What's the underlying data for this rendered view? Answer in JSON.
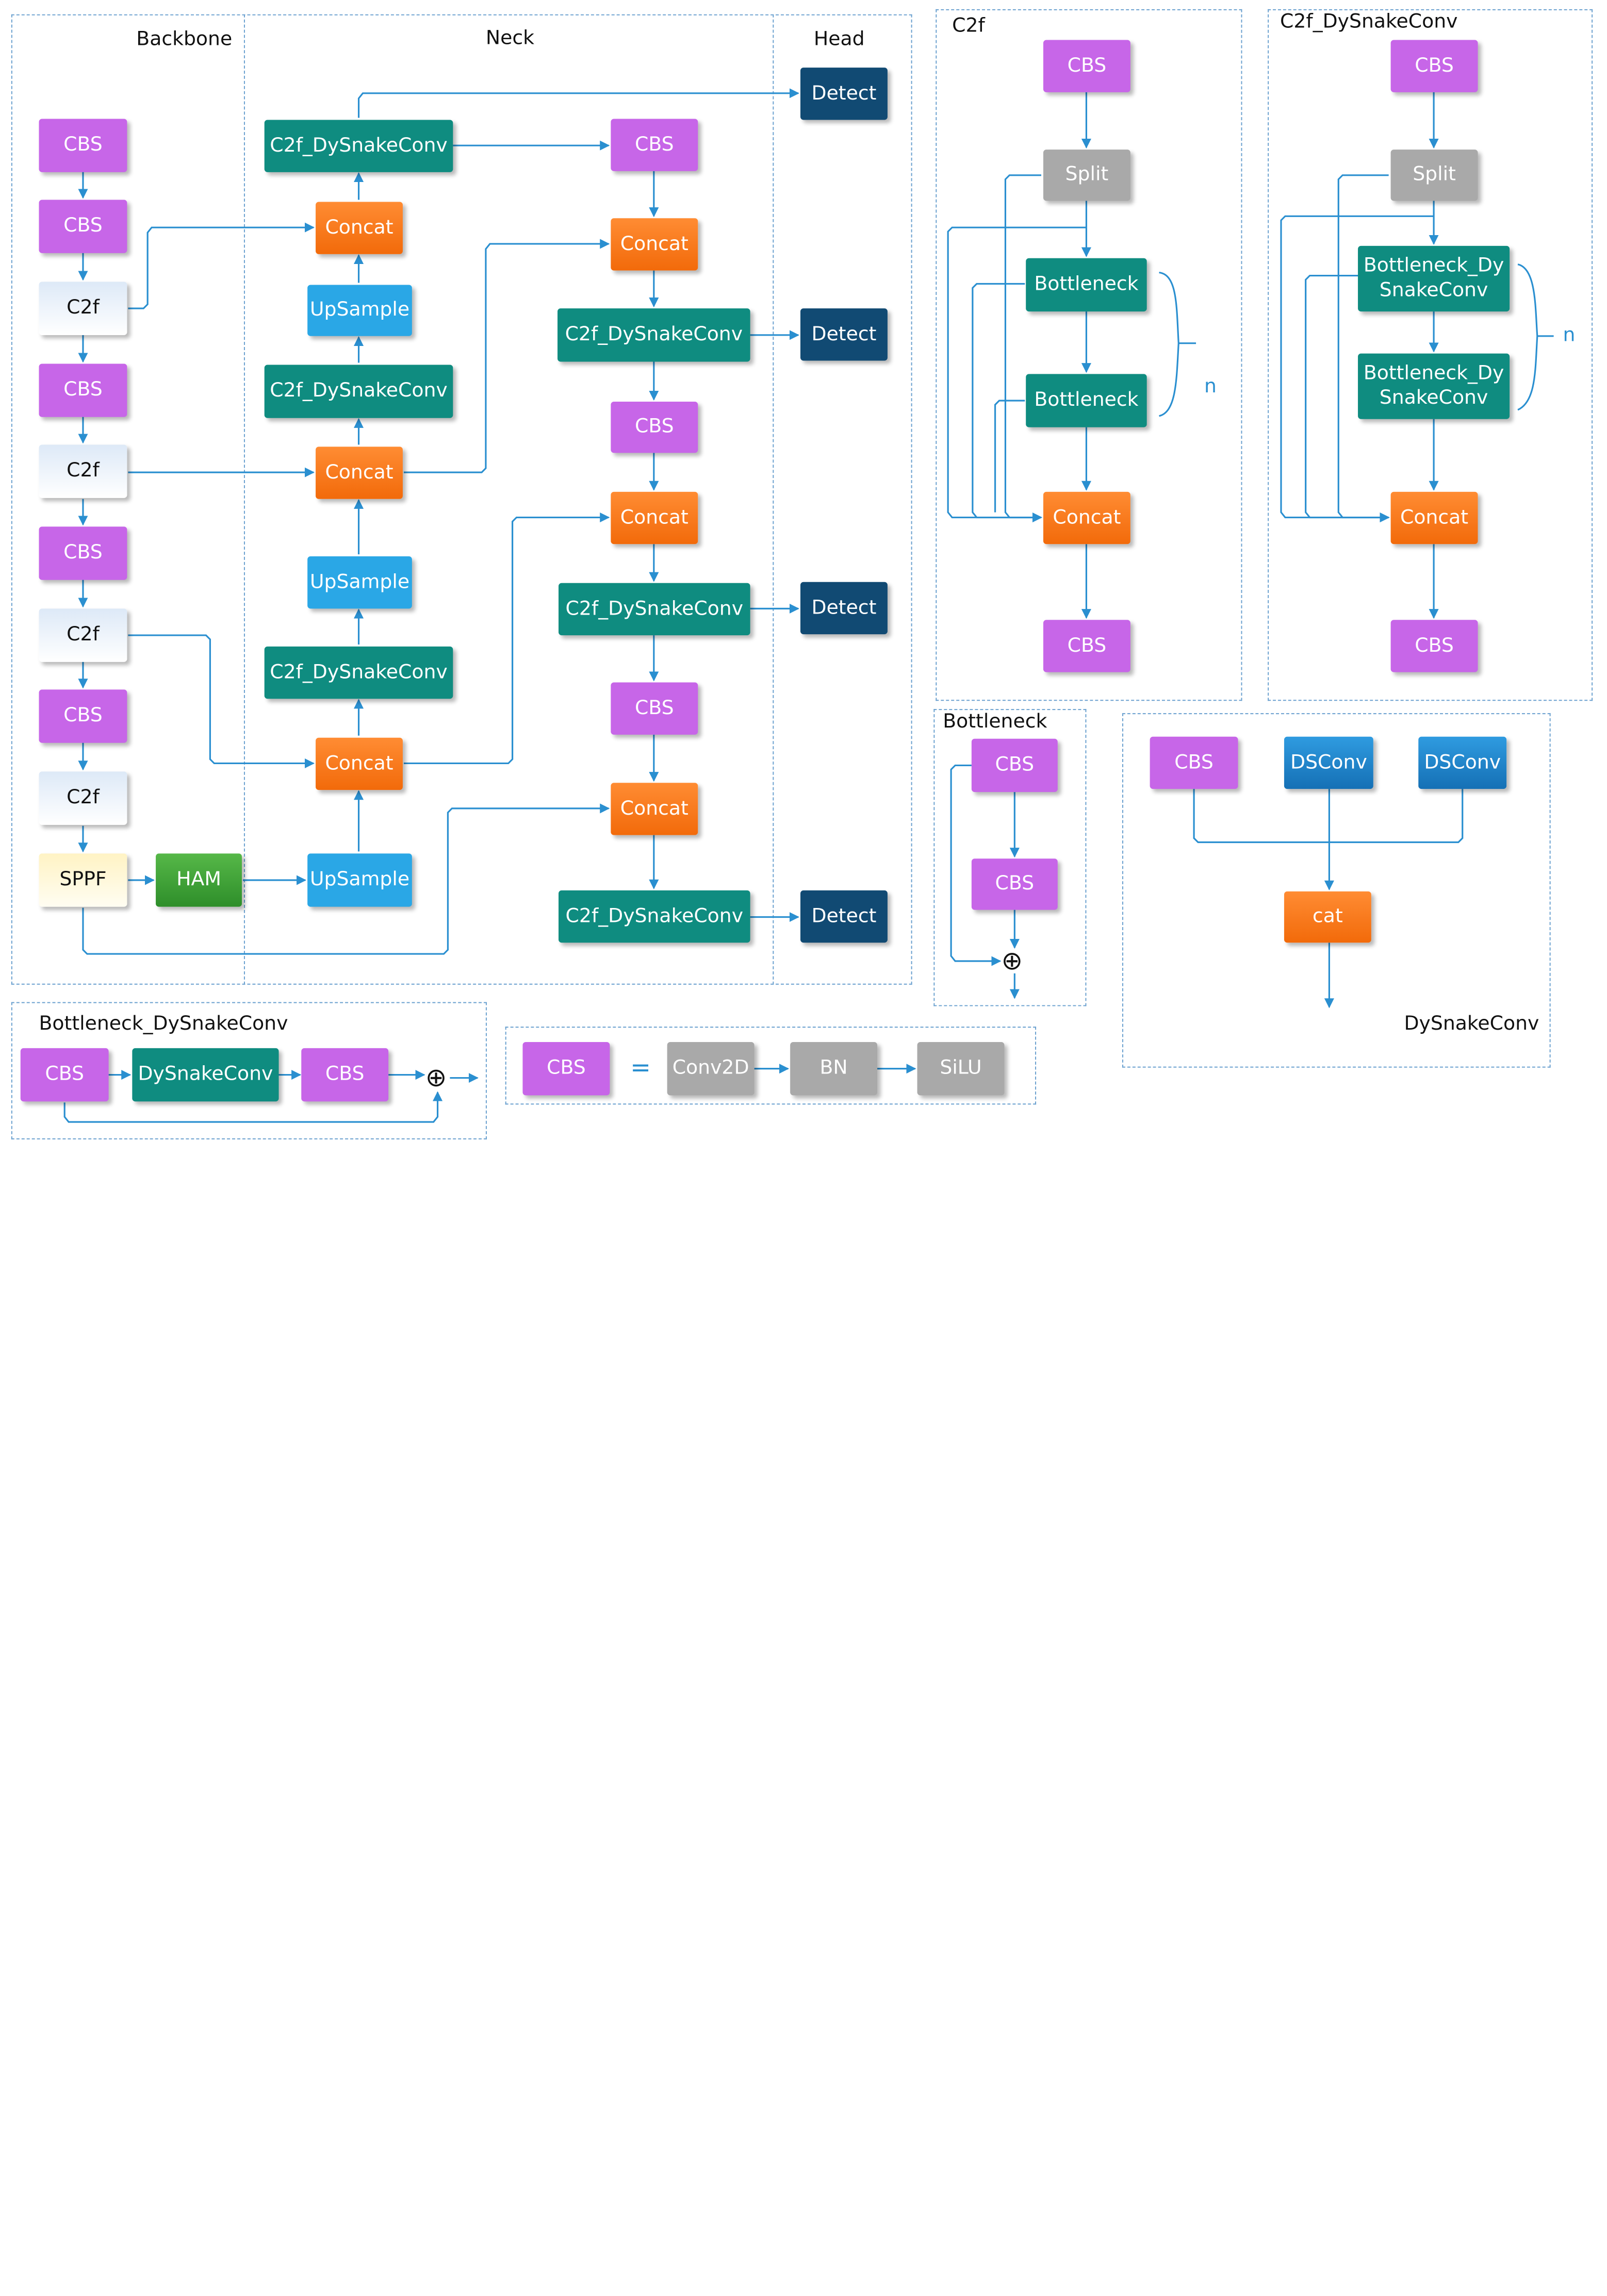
{
  "main": {
    "backbone": "Backbone",
    "neck": "Neck",
    "head": "Head",
    "cbs": "CBS",
    "c2f": "C2f",
    "sppf": "SPPF",
    "ham": "HAM",
    "c2f_dysnake": "C2f_DySnakeConv",
    "concat": "Concat",
    "upsample": "UpSample",
    "detect": "Detect"
  },
  "c2f_panel": {
    "title": "C2f",
    "cbs": "CBS",
    "split": "Split",
    "bottleneck": "Bottleneck",
    "concat": "Concat",
    "n": "n"
  },
  "c2f_dysnake_panel": {
    "title": "C2f_DySnakeConv",
    "cbs": "CBS",
    "split": "Split",
    "bottleneck_line1": "Bottleneck_Dy",
    "bottleneck_line2": "SnakeConv",
    "concat": "Concat",
    "n": "n"
  },
  "bottleneck_panel": {
    "title": "Bottleneck",
    "cbs": "CBS",
    "add_symbol": "⊕"
  },
  "dysnakeconv_panel": {
    "title": "DySnakeConv",
    "cbs": "CBS",
    "dsconv": "DSConv",
    "cat": "cat"
  },
  "bottleneck_dysnake_panel": {
    "title": "Bottleneck_DySnakeConv",
    "cbs": "CBS",
    "dysnakeconv": "DySnakeConv",
    "add_symbol": "⊕"
  },
  "cbs_legend": {
    "cbs": "CBS",
    "equals": "=",
    "conv2d": "Conv2D",
    "bn": "BN",
    "silu": "SiLU"
  },
  "colors": {
    "cbs": "#c766e8",
    "c2f_dysnakeconv": "#0f8c80",
    "concat": "#f26a0a",
    "upsample": "#2aa7e6",
    "detect": "#114a73",
    "ham": "#3e9e36",
    "gray_block": "#a9a9a9",
    "arrow": "#2a8fd0"
  }
}
